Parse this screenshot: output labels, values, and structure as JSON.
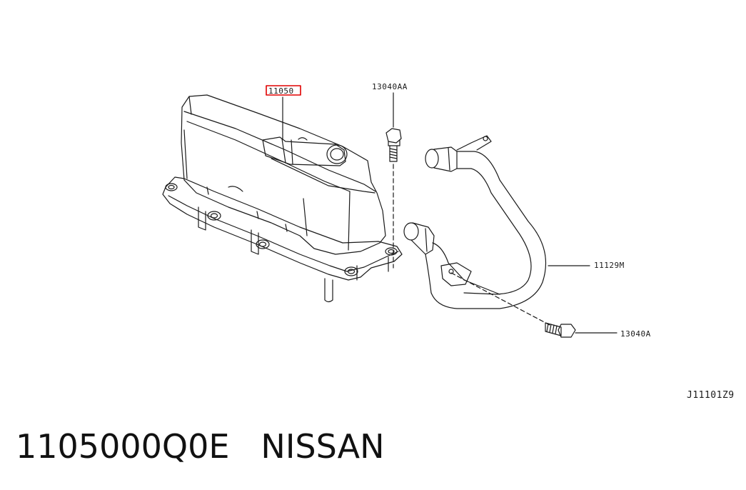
{
  "callouts": {
    "oil_cooler": "11050",
    "bolt_top": "13040AA",
    "hose": "11129M",
    "bolt_bottom": "13040A"
  },
  "diagram_code": "J11101Z9",
  "caption": {
    "part_number": "1105000Q0E",
    "brand": "NISSAN"
  },
  "colors": {
    "line": "#1a1a1a",
    "highlight": "#e00000"
  }
}
